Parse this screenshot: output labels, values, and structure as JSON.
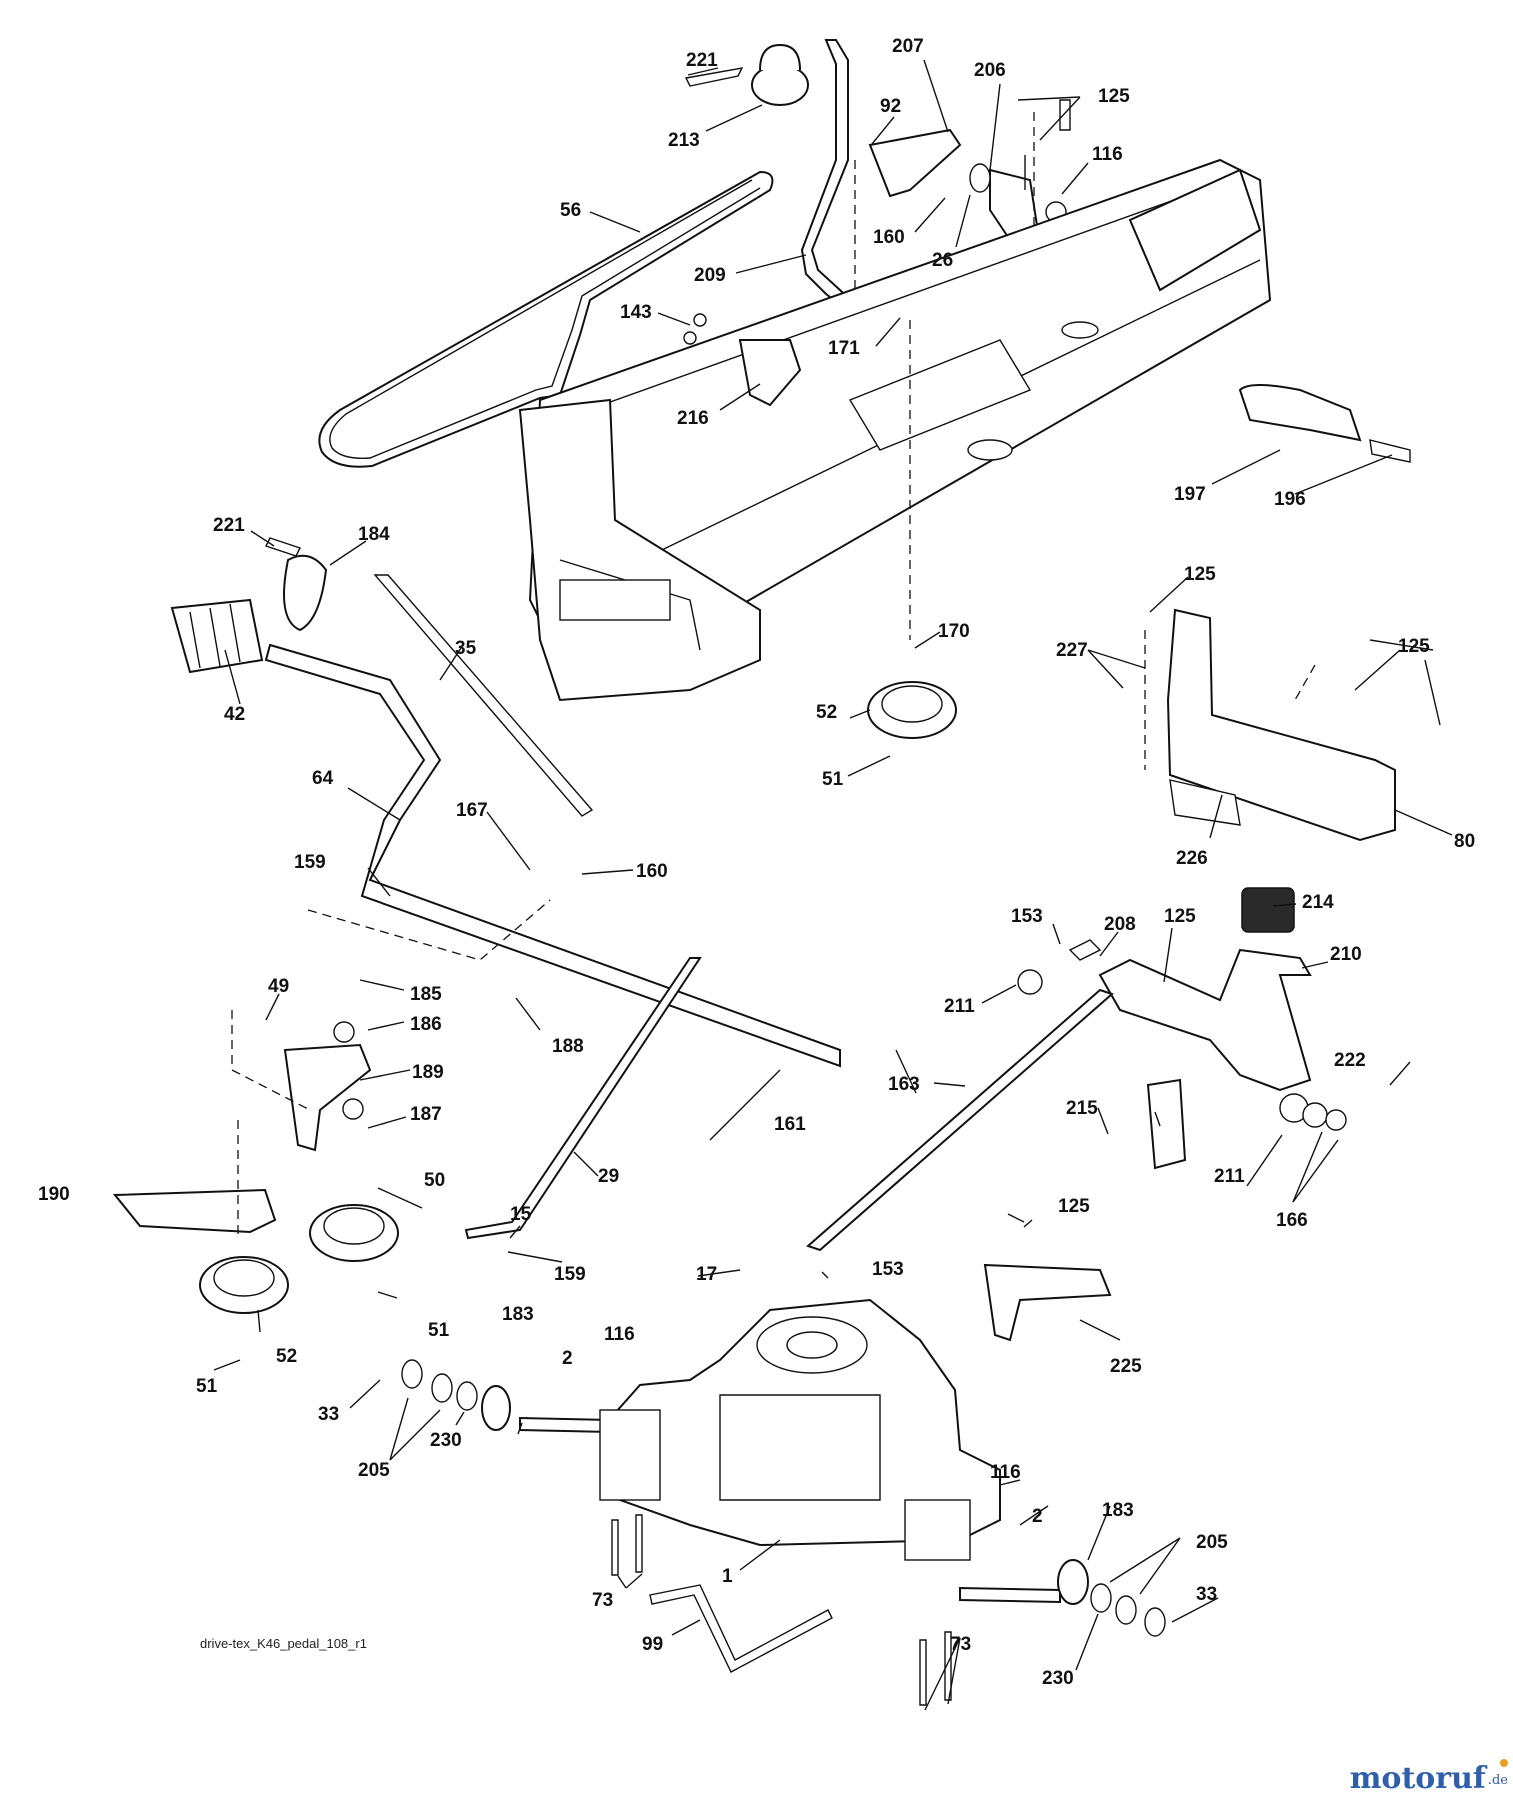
{
  "diagram": {
    "drawing_code": "drive-tex_K46_pedal_108_r1",
    "brand": {
      "name": "motoruf",
      "suffix": ".de",
      "colors": {
        "main": "#2f5fa8",
        "dot": "#e8a21c"
      }
    },
    "callouts": [
      {
        "id": "c221a",
        "text": "221"
      },
      {
        "id": "c213",
        "text": "213"
      },
      {
        "id": "c207",
        "text": "207"
      },
      {
        "id": "c206",
        "text": "206"
      },
      {
        "id": "c92",
        "text": "92"
      },
      {
        "id": "c125a",
        "text": "125"
      },
      {
        "id": "c116a",
        "text": "116"
      },
      {
        "id": "c56",
        "text": "56"
      },
      {
        "id": "c160a",
        "text": "160"
      },
      {
        "id": "c26",
        "text": "26"
      },
      {
        "id": "c209",
        "text": "209"
      },
      {
        "id": "c143",
        "text": "143"
      },
      {
        "id": "c171",
        "text": "171"
      },
      {
        "id": "c216",
        "text": "216"
      },
      {
        "id": "c197",
        "text": "197"
      },
      {
        "id": "c196",
        "text": "196"
      },
      {
        "id": "c221b",
        "text": "221"
      },
      {
        "id": "c184",
        "text": "184"
      },
      {
        "id": "c35",
        "text": "35"
      },
      {
        "id": "c42",
        "text": "42"
      },
      {
        "id": "c170",
        "text": "170"
      },
      {
        "id": "c52a",
        "text": "52"
      },
      {
        "id": "c51a",
        "text": "51"
      },
      {
        "id": "c125b",
        "text": "125"
      },
      {
        "id": "c227",
        "text": "227"
      },
      {
        "id": "c125c",
        "text": "125"
      },
      {
        "id": "c64",
        "text": "64"
      },
      {
        "id": "c167",
        "text": "167"
      },
      {
        "id": "c160b",
        "text": "160"
      },
      {
        "id": "c159a",
        "text": "159"
      },
      {
        "id": "c80",
        "text": "80"
      },
      {
        "id": "c226",
        "text": "226"
      },
      {
        "id": "c214",
        "text": "214"
      },
      {
        "id": "c153a",
        "text": "153"
      },
      {
        "id": "c208",
        "text": "208"
      },
      {
        "id": "c125d",
        "text": "125"
      },
      {
        "id": "c210",
        "text": "210"
      },
      {
        "id": "c49",
        "text": "49"
      },
      {
        "id": "c185",
        "text": "185"
      },
      {
        "id": "c186",
        "text": "186"
      },
      {
        "id": "c188",
        "text": "188"
      },
      {
        "id": "c189",
        "text": "189"
      },
      {
        "id": "c211a",
        "text": "211"
      },
      {
        "id": "c222",
        "text": "222"
      },
      {
        "id": "c163",
        "text": "163"
      },
      {
        "id": "c187",
        "text": "187"
      },
      {
        "id": "c161",
        "text": "161"
      },
      {
        "id": "c215",
        "text": "215"
      },
      {
        "id": "c211b",
        "text": "211"
      },
      {
        "id": "c166",
        "text": "166"
      },
      {
        "id": "c29",
        "text": "29"
      },
      {
        "id": "c190",
        "text": "190"
      },
      {
        "id": "c50",
        "text": "50"
      },
      {
        "id": "c15",
        "text": "15"
      },
      {
        "id": "c125e",
        "text": "125"
      },
      {
        "id": "c159b",
        "text": "159"
      },
      {
        "id": "c17",
        "text": "17"
      },
      {
        "id": "c153b",
        "text": "153"
      },
      {
        "id": "c51b",
        "text": "51"
      },
      {
        "id": "c225",
        "text": "225"
      },
      {
        "id": "c183a",
        "text": "183"
      },
      {
        "id": "c116b",
        "text": "116"
      },
      {
        "id": "c2a",
        "text": "2"
      },
      {
        "id": "c52b",
        "text": "52"
      },
      {
        "id": "c51c",
        "text": "51"
      },
      {
        "id": "c33a",
        "text": "33"
      },
      {
        "id": "c205a",
        "text": "205"
      },
      {
        "id": "c230a",
        "text": "230"
      },
      {
        "id": "c116c",
        "text": "116"
      },
      {
        "id": "c183b",
        "text": "183"
      },
      {
        "id": "c2b",
        "text": "2"
      },
      {
        "id": "c1",
        "text": "1"
      },
      {
        "id": "c205b",
        "text": "205"
      },
      {
        "id": "c73a",
        "text": "73"
      },
      {
        "id": "c33b",
        "text": "33"
      },
      {
        "id": "c99",
        "text": "99"
      },
      {
        "id": "c73b",
        "text": "73"
      },
      {
        "id": "c230b",
        "text": "230"
      }
    ]
  }
}
